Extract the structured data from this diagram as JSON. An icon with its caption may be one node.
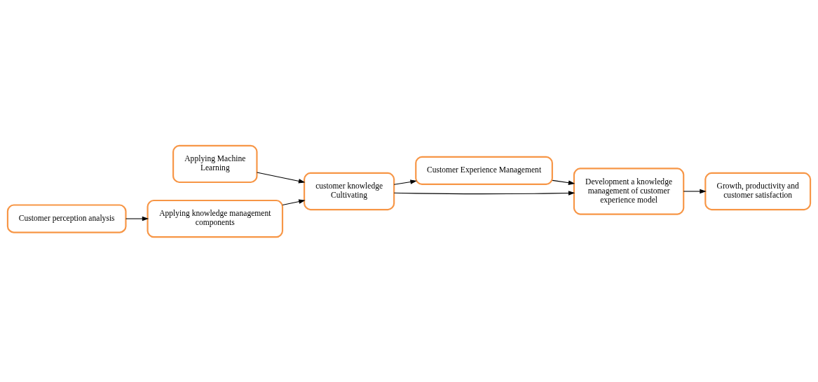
{
  "diagram": {
    "nodes": [
      {
        "text": [
          "Applying Machine Learning"
        ]
      },
      {
        "text": [
          "Customer Experience Management"
        ]
      },
      {
        "text": [
          "Growth, productivity and customer satisfaction"
        ]
      },
      {
        "text": [
          "Customer perception analysis"
        ]
      },
      {
        "text": [
          "customer knowledge Cultivating"
        ]
      },
      {
        "text": [
          "Development a knowledge management of customer experience model"
        ]
      },
      {
        "text": [
          "Applying knowledge management components"
        ]
      }
    ],
    "edges": [
      {
        "from": 0,
        "to": 4,
        "arrow": "to"
      },
      {
        "from": 4,
        "to": 1,
        "arrow": "to"
      },
      {
        "from": 1,
        "to": 5,
        "arrow": "to"
      },
      {
        "from": 5,
        "to": 2,
        "arrow": "to"
      },
      {
        "from": 3,
        "to": 6,
        "arrow": "to"
      },
      {
        "from": 6,
        "to": 4,
        "arrow": "to"
      },
      {
        "from": 4,
        "to": 5,
        "arrow": "to"
      }
    ]
  }
}
